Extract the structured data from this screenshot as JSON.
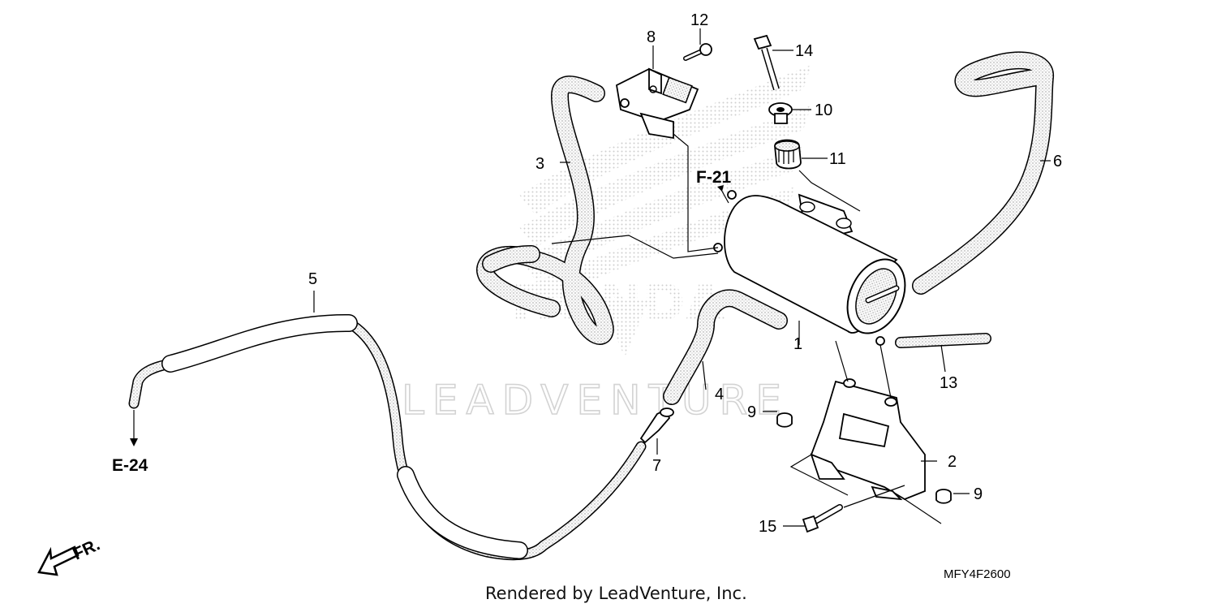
{
  "callouts": {
    "c1": "1",
    "c2": "2",
    "c3": "3",
    "c4": "4",
    "c5": "5",
    "c6": "6",
    "c7": "7",
    "c8": "8",
    "c9a": "9",
    "c9b": "9",
    "c10": "10",
    "c11": "11",
    "c12": "12",
    "c13": "13",
    "c14": "14",
    "c15": "15"
  },
  "refs": {
    "f21": "F-21",
    "e24": "E-24",
    "fr": "FR."
  },
  "watermark": {
    "text": "LEADVENTURE",
    "brand": "HONDA"
  },
  "diagram_code": "MFY4F2600",
  "footer": {
    "credit": "Rendered by LeadVenture, Inc."
  },
  "colors": {
    "ink": "#000000",
    "watermark": "#d3d3d3",
    "hose_fill": "#f4f4f4",
    "paper": "#ffffff"
  }
}
